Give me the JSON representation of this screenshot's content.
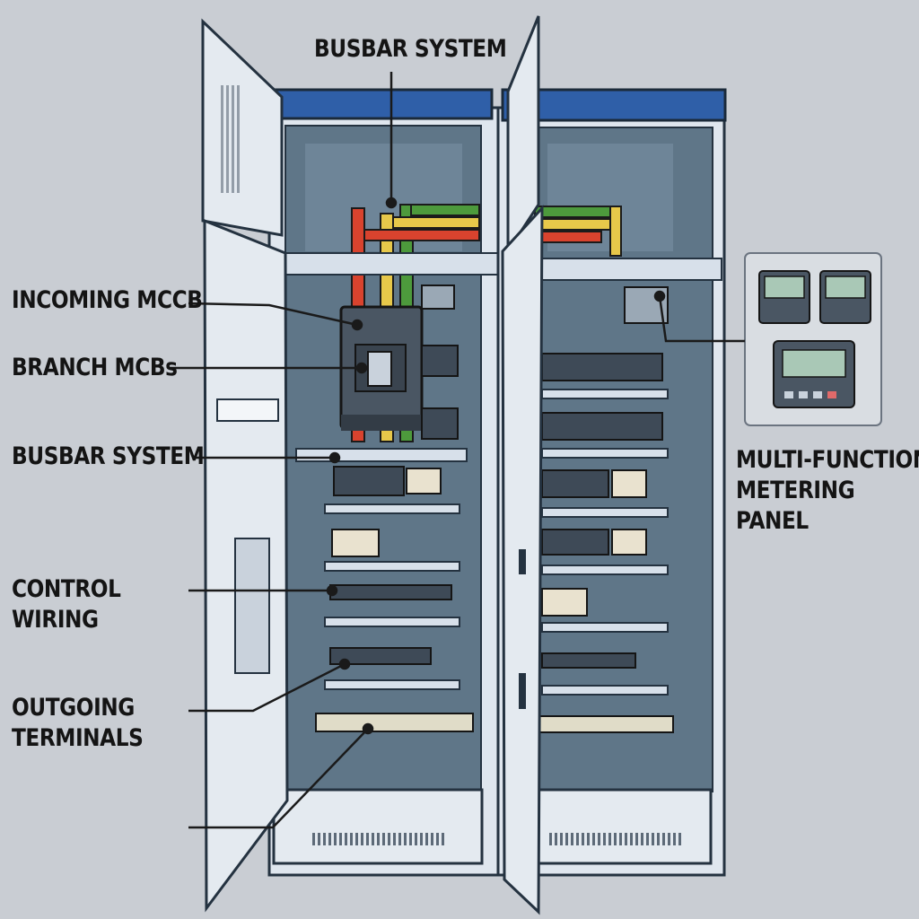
{
  "labels": {
    "busbar_top": "BUSBAR SYSTEM",
    "incoming_mccb": "INCOMING MCCB",
    "branch_mcbs": "BRANCH MCBs",
    "busbar_left": "BUSBAR SYSTEM",
    "control_wiring": [
      "CONTROL",
      "WIRING"
    ],
    "outgoing_terminals": [
      "OUTGOING",
      "TERMINALS"
    ],
    "metering_panel": [
      "MULTI-FUNCTION",
      "METERING",
      "PANEL"
    ]
  },
  "colors": {
    "background": "#c9cdd3",
    "cabinet_roof": "#2f5fa8",
    "cabinet_interior": "#5f7688",
    "cabinet_frame": "#d7e0ea",
    "busbar_red": "#d9432e",
    "busbar_yellow": "#e7c84a",
    "busbar_green": "#4d9a3c",
    "leader_line": "#1a1a1a"
  },
  "icons": {
    "meter": "digital-meter-icon",
    "breaker": "mccb-icon",
    "mcb": "mcb-module-icon"
  }
}
